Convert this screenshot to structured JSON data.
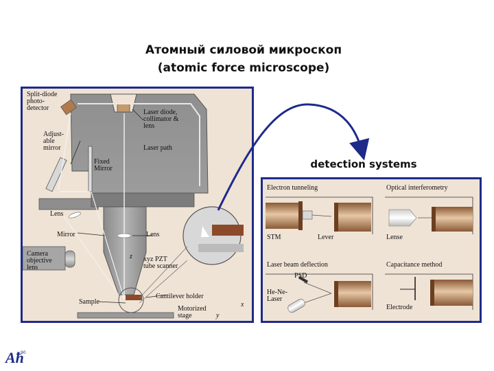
{
  "title": {
    "line1": "Атомный силовой микроскоп",
    "line2": "(atomic force microscope)"
  },
  "afm_diagram": {
    "labels": {
      "split_diode": "Split-diode",
      "photo": "photo-",
      "detector": "detector",
      "adjust1": "Adjust-",
      "adjust2": "able",
      "adjust3": "mirror",
      "fixed1": "Fixed",
      "fixed2": "Mirror",
      "laser1": "Laser diode,",
      "laser2": "collimator &",
      "laser3": "lens",
      "laser_path": "Laser path",
      "lens_left": "Lens",
      "mirror": "Mirror",
      "lens_right": "Lens",
      "xyz1": "xyz PZT",
      "xyz2": "tube scanner",
      "camera1": "Camera",
      "camera2": "objective",
      "camera3": "lens",
      "cantilever": "Cantilever holder",
      "sample": "Sample",
      "motor1": "Motorized",
      "motor2": "stage",
      "axis_x": "x",
      "axis_y": "y",
      "axis_z": "z"
    }
  },
  "detection": {
    "heading": "detection systems",
    "electron_tunneling": "Electron tunneling",
    "optical_interferometry": "Optical interferometry",
    "stm": "STM",
    "lever": "Lever",
    "lense": "Lense",
    "laser_beam_deflection": "Laser beam deflection",
    "capacitance_method": "Capacitance method",
    "psd": "PSD",
    "he_ne1": "He-Ne-",
    "he_ne2": "Laser",
    "electrode": "Electrode"
  },
  "logo": {
    "text": "Aħ",
    "sup": "90"
  },
  "colors": {
    "frame": "#1d2a8a",
    "panel_bg": "#efe3d5",
    "instrument_gray": "#8e8e8e",
    "copper": "#b07a4c",
    "arrow": "#1d2a8a"
  }
}
